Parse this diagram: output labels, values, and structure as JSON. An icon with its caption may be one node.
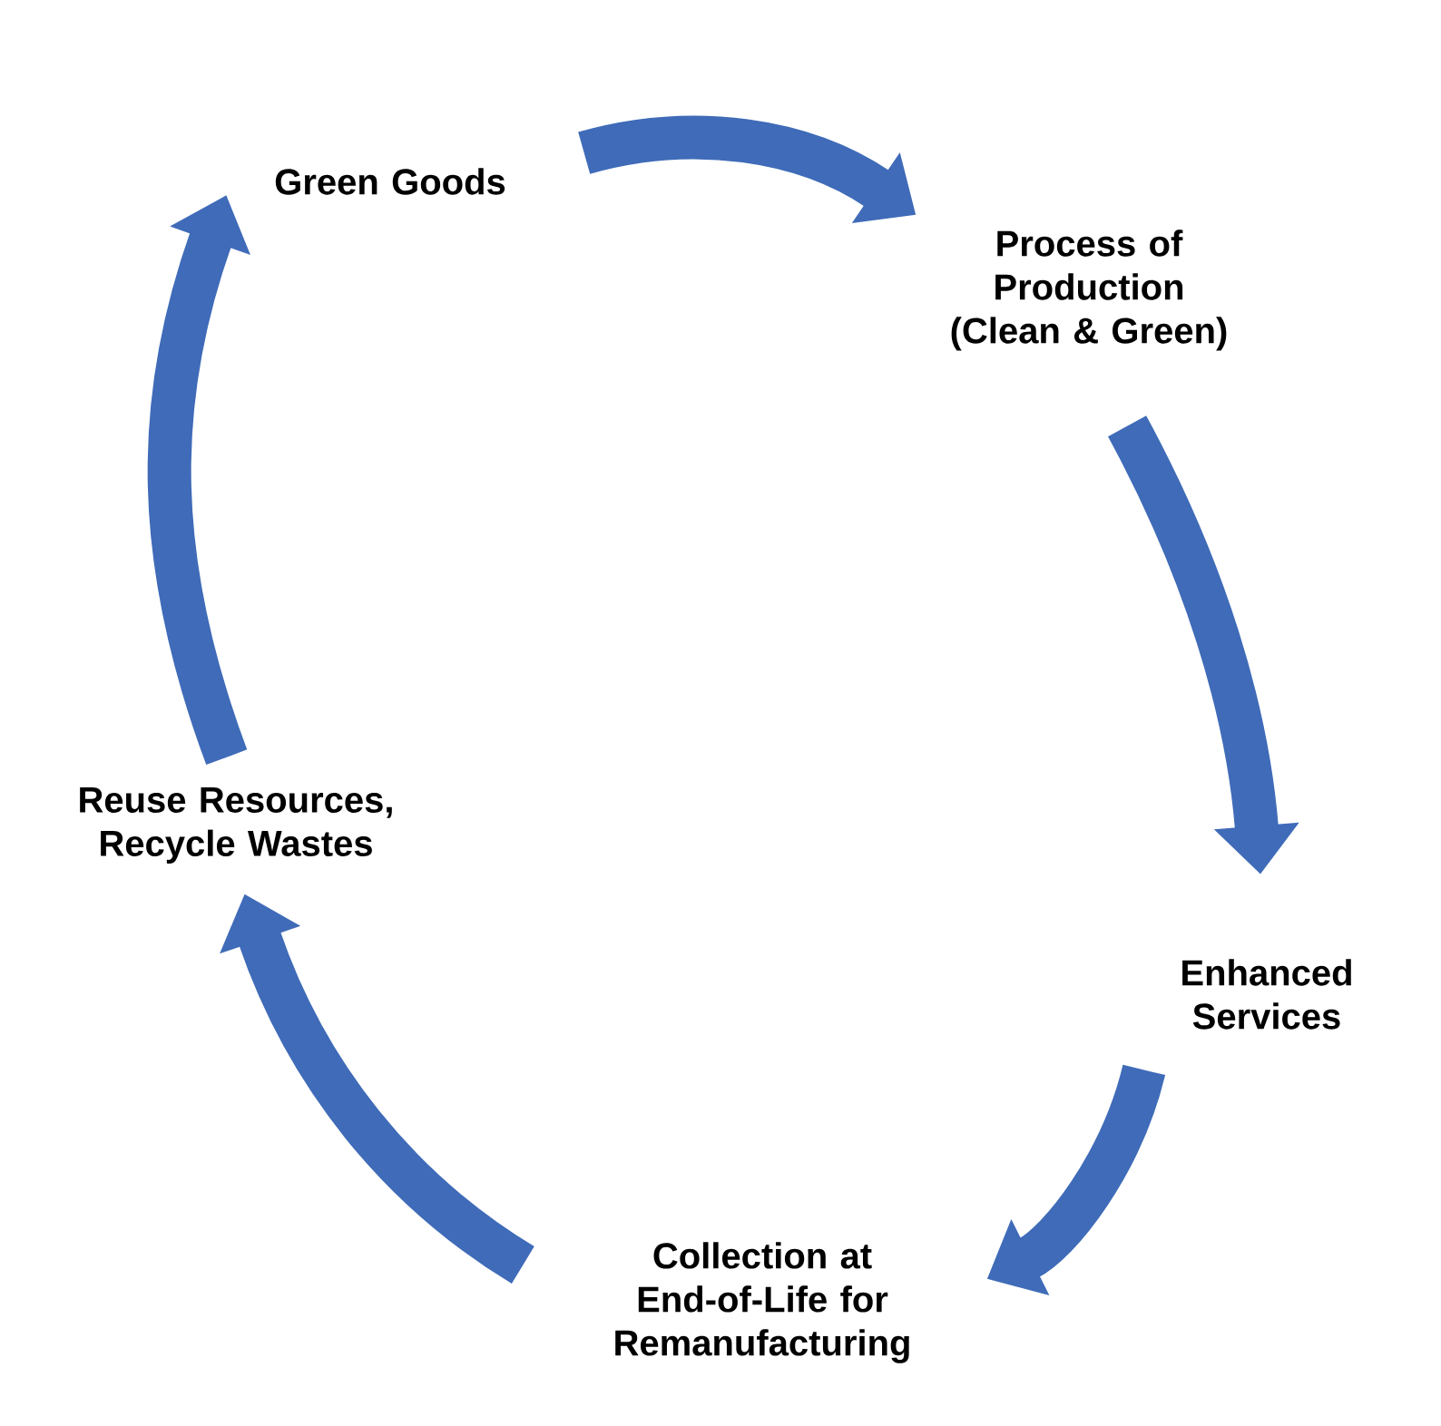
{
  "diagram": {
    "nodes": [
      {
        "text": [
          "Green Goods"
        ]
      },
      {
        "text": [
          "Process of Production (Clean & Green)"
        ]
      },
      {
        "text": [
          "Enhanced Services"
        ]
      },
      {
        "text": [
          "Collection at End-of-Life for Remanufacturing"
        ]
      },
      {
        "text": [
          "Reuse Resources, Recycle Wastes"
        ]
      }
    ],
    "edges": [
      {
        "from": 0,
        "to": 1,
        "arrow": "to"
      },
      {
        "from": 1,
        "to": 2,
        "arrow": "to"
      },
      {
        "from": 2,
        "to": 3,
        "arrow": "to"
      },
      {
        "from": 3,
        "to": 4,
        "arrow": "to"
      },
      {
        "from": 4,
        "to": 0,
        "arrow": "to"
      }
    ]
  }
}
